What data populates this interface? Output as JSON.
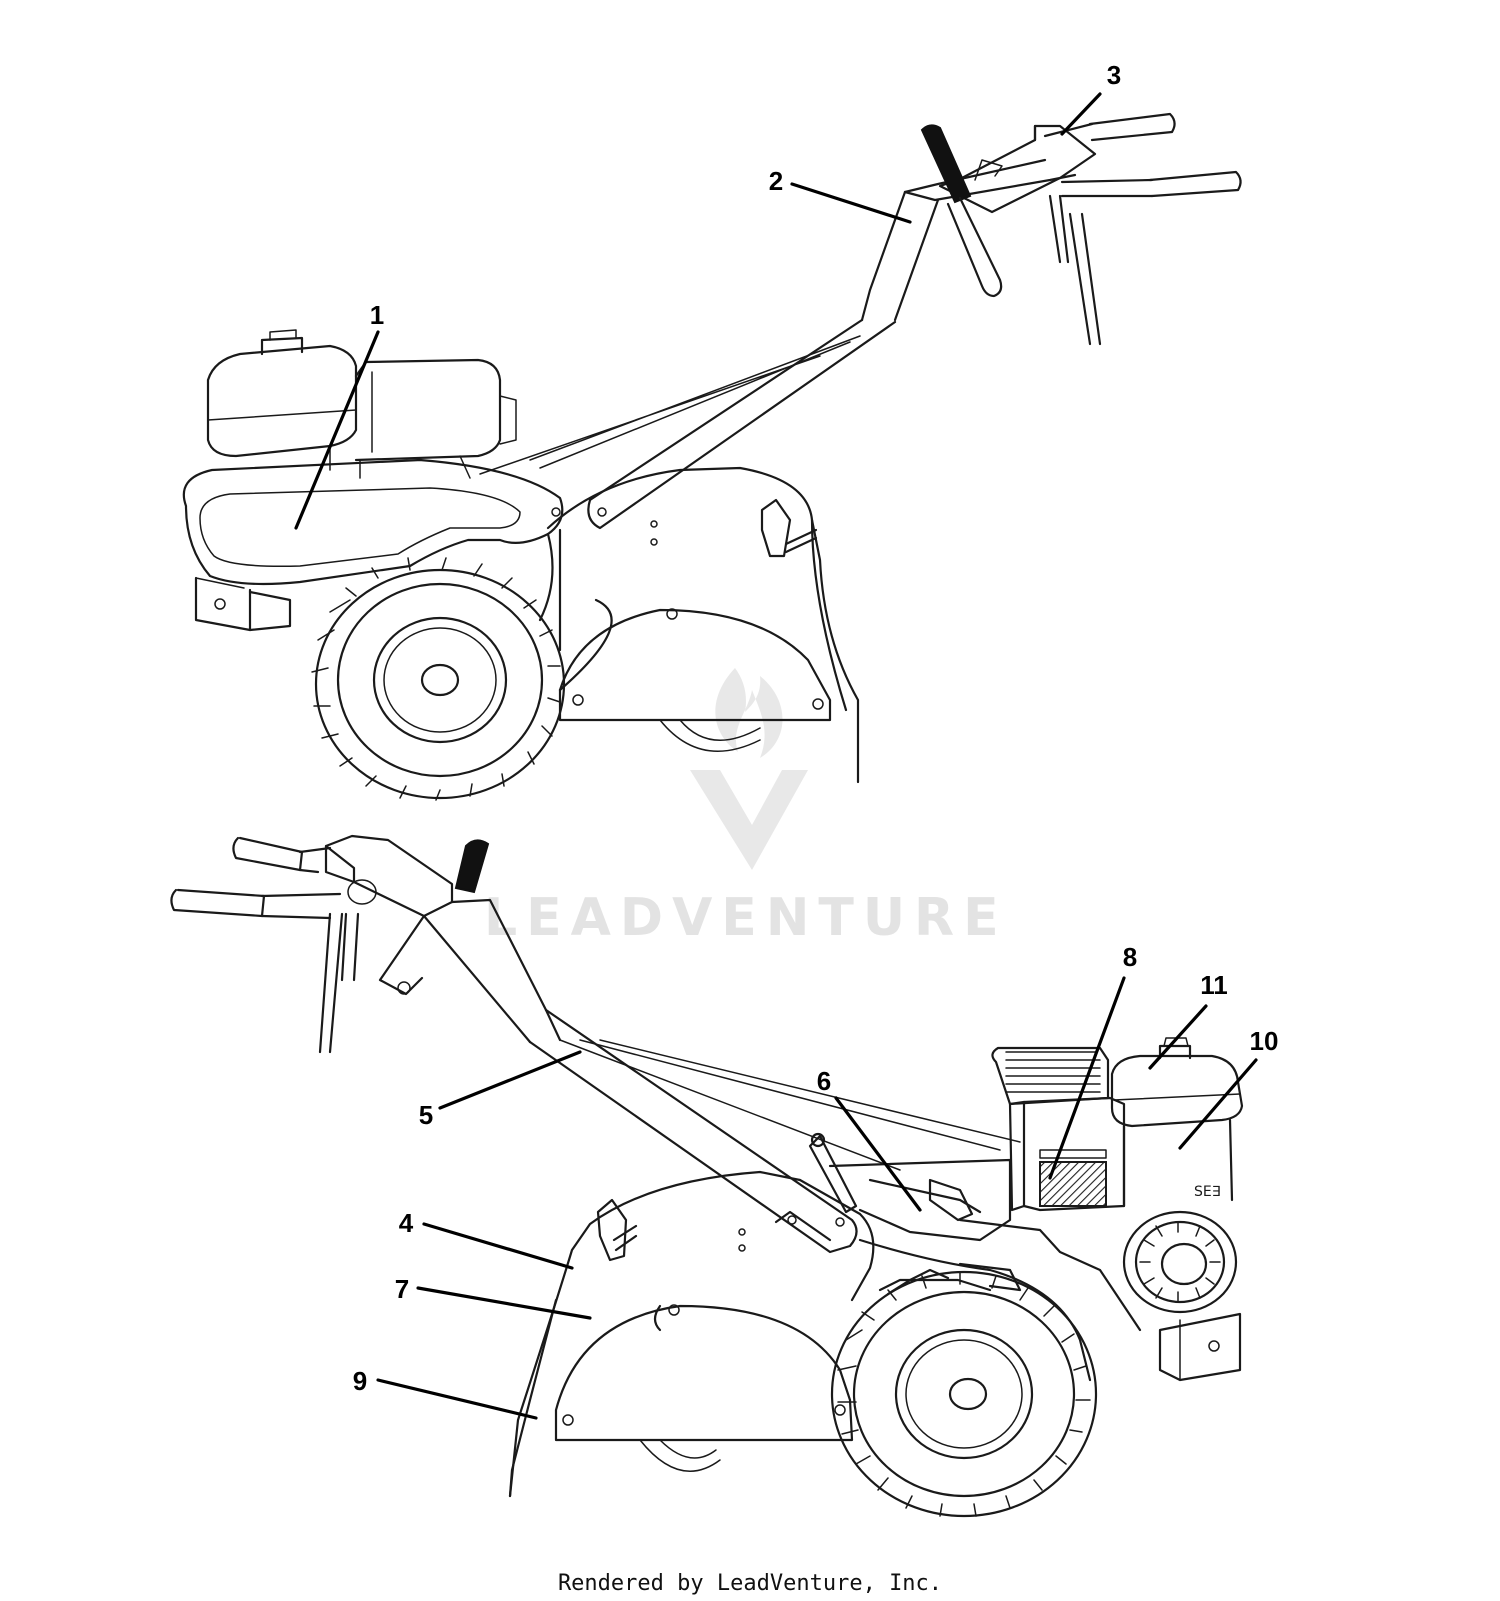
{
  "watermark": {
    "text": "LEADVENTURE"
  },
  "footer": {
    "text": "Rendered by LeadVenture, Inc."
  },
  "callouts": [
    {
      "id": "1",
      "label": "1"
    },
    {
      "id": "2",
      "label": "2"
    },
    {
      "id": "3",
      "label": "3"
    },
    {
      "id": "4",
      "label": "4"
    },
    {
      "id": "5",
      "label": "5"
    },
    {
      "id": "6",
      "label": "6"
    },
    {
      "id": "7",
      "label": "7"
    },
    {
      "id": "8",
      "label": "8"
    },
    {
      "id": "9",
      "label": "9"
    },
    {
      "id": "10",
      "label": "10"
    },
    {
      "id": "11",
      "label": "11"
    }
  ],
  "engine_label": "SE∃"
}
